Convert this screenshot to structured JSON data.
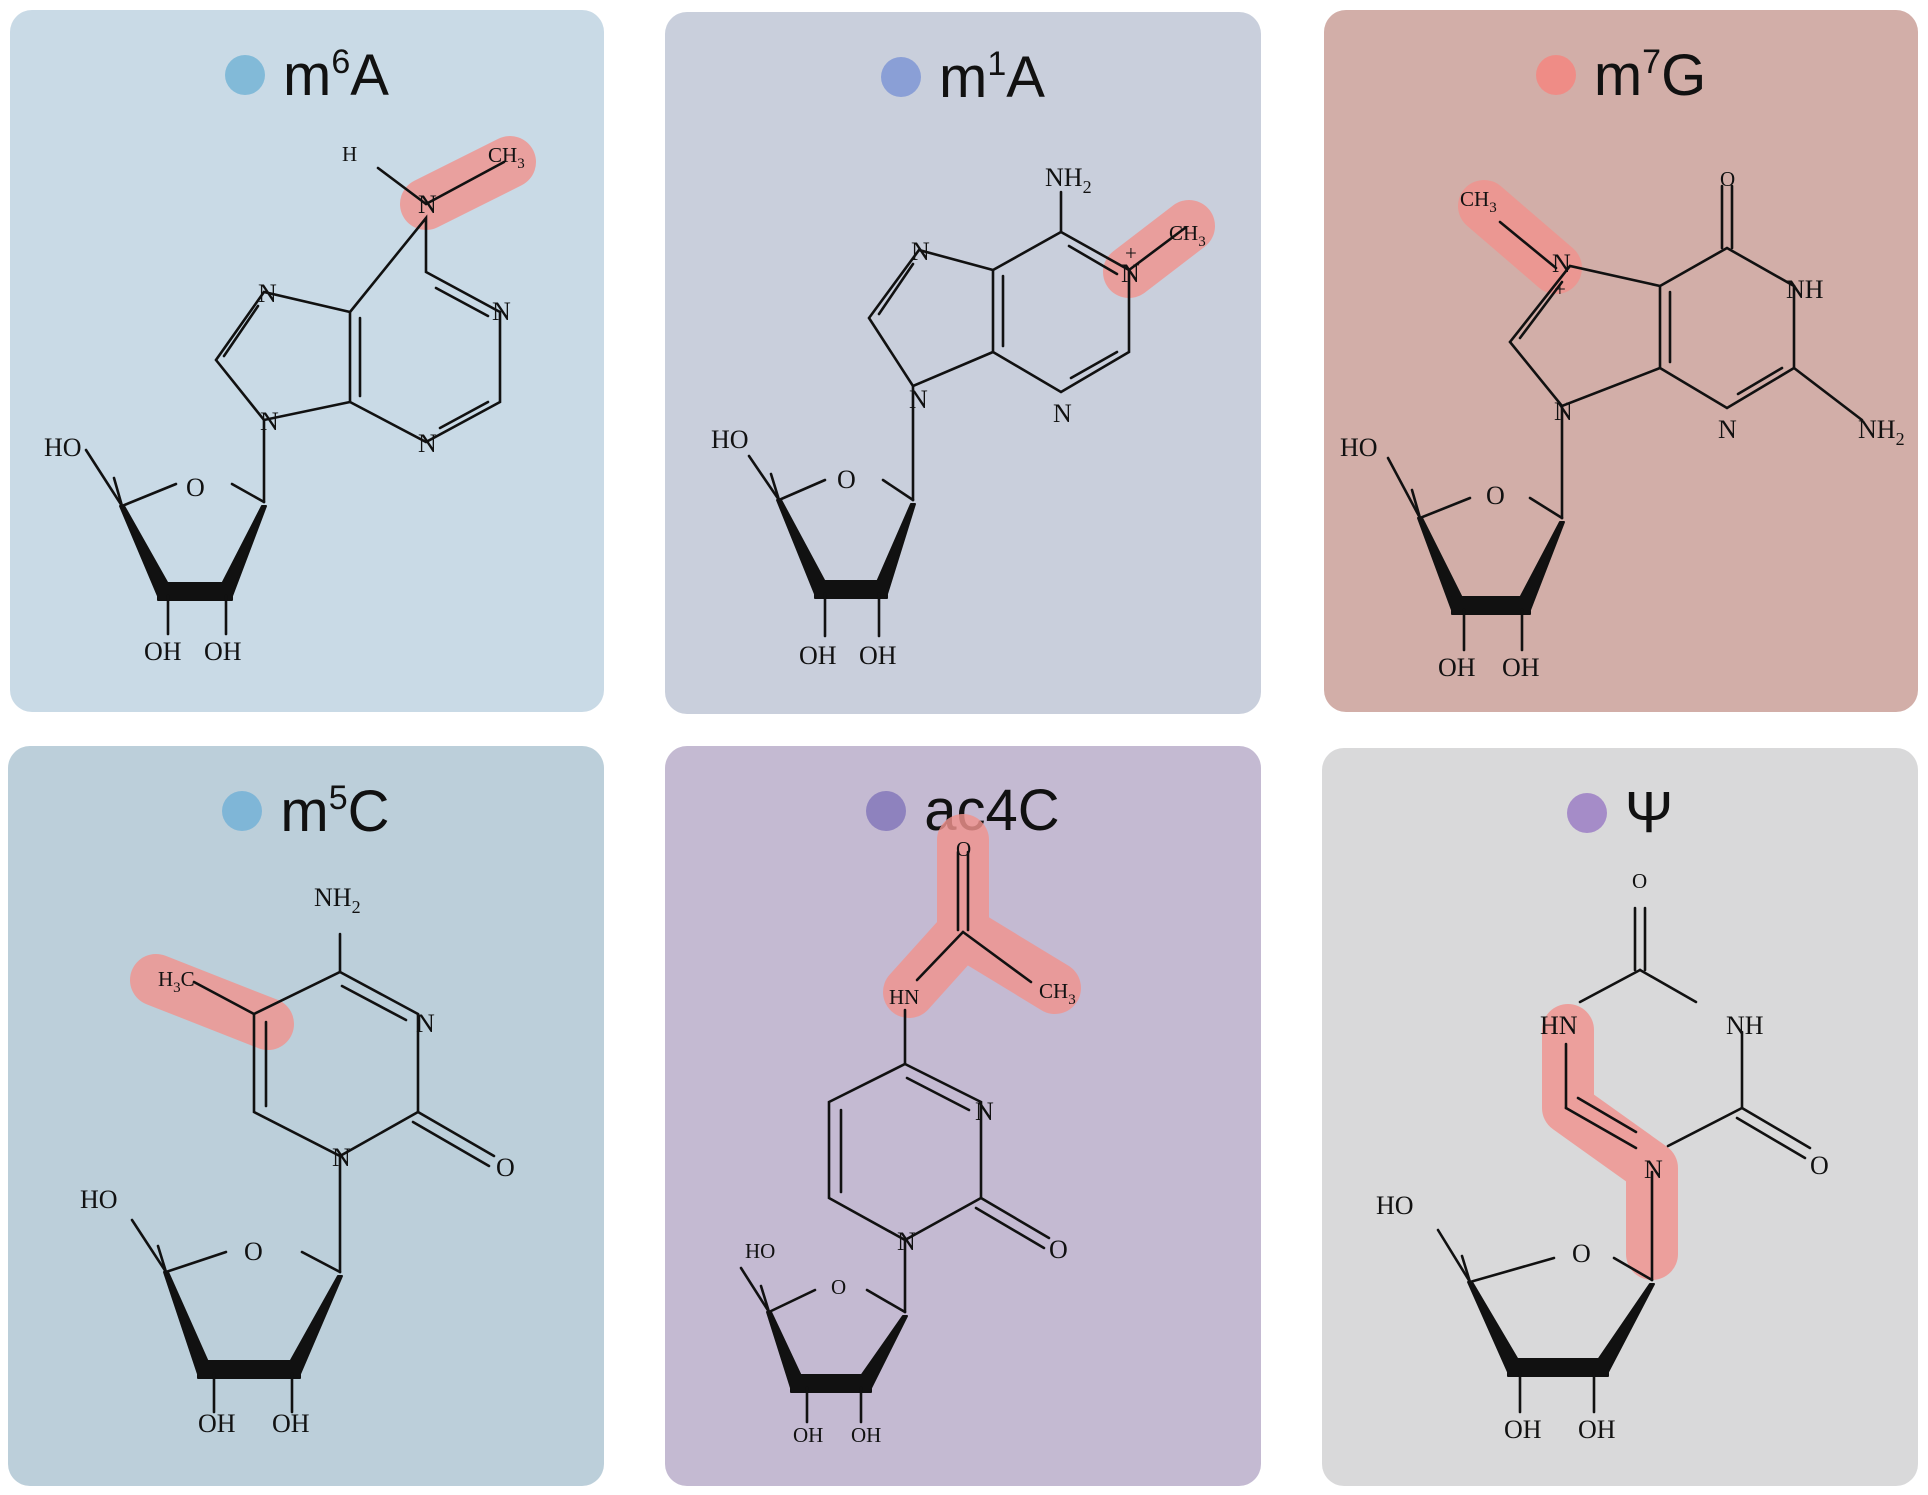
{
  "colors": {
    "highlight": "#f0928e"
  },
  "panels": [
    {
      "name_base": "m",
      "name_sup": "6",
      "name_rest": "A",
      "dot_color": "#82bad8",
      "panel_color": "#c9dae6",
      "atoms": {
        "h": "H",
        "ch3": "CH",
        "ch3_sub": "3",
        "n_sub": "N",
        "n1": "N",
        "n3": "N",
        "n7": "N",
        "n9": "N",
        "o_ring": "O",
        "ho": "HO",
        "oh2": "OH",
        "oh3": "OH"
      }
    },
    {
      "name_base": "m",
      "name_sup": "1",
      "name_rest": "A",
      "dot_color": "#8a9fd6",
      "panel_color": "#c9cfdc",
      "atoms": {
        "nh2": "NH",
        "nh2_sub": "2",
        "plus": "+",
        "n1": "N",
        "ch3": "CH",
        "ch3_sub": "3",
        "n3": "N",
        "n7": "N",
        "n9": "N",
        "o_ring": "O",
        "ho": "HO",
        "oh2": "OH",
        "oh3": "OH"
      }
    },
    {
      "name_base": "m",
      "name_sup": "7",
      "name_rest": "G",
      "dot_color": "#ef8c86",
      "panel_color": "#d2aea8",
      "atoms": {
        "o6": "O",
        "ch3": "CH",
        "ch3_sub": "3",
        "n7": "N",
        "plus": "+",
        "nh1": "NH",
        "n9": "N",
        "n3": "N",
        "nh2": "NH",
        "nh2_sub": "2",
        "o_ring": "O",
        "ho": "HO",
        "oh2": "OH",
        "oh3": "OH"
      }
    },
    {
      "name_base": "m",
      "name_sup": "5",
      "name_rest": "C",
      "dot_color": "#7fb6d7",
      "panel_color": "#bccfda",
      "atoms": {
        "nh2": "NH",
        "nh2_sub": "2",
        "h3c": "H",
        "h3c_sub": "3",
        "h3c_c": "C",
        "n3": "N",
        "n1": "N",
        "o2": "O",
        "o_ring": "O",
        "ho": "HO",
        "oh2": "OH",
        "oh3": "OH"
      }
    },
    {
      "name_base": "ac4C",
      "name_sup": "",
      "name_rest": "",
      "dot_color": "#8e82be",
      "panel_color": "#c4bad2",
      "atoms": {
        "o_acyl": "O",
        "hn": "HN",
        "ch3": "CH",
        "ch3_sub": "3",
        "n3": "N",
        "n1": "N",
        "o2": "O",
        "o_ring": "O",
        "ho": "HO",
        "oh2": "OH",
        "oh3": "OH"
      }
    },
    {
      "name_base": "Ψ",
      "name_sup": "",
      "name_rest": "",
      "dot_color": "#a58cc8",
      "panel_color": "#d9d9da",
      "atoms": {
        "o4": "O",
        "hn": "HN",
        "nh": "NH",
        "n": "N",
        "o2": "O",
        "o_ring": "O",
        "ho": "HO",
        "oh2": "OH",
        "oh3": "OH"
      }
    }
  ]
}
